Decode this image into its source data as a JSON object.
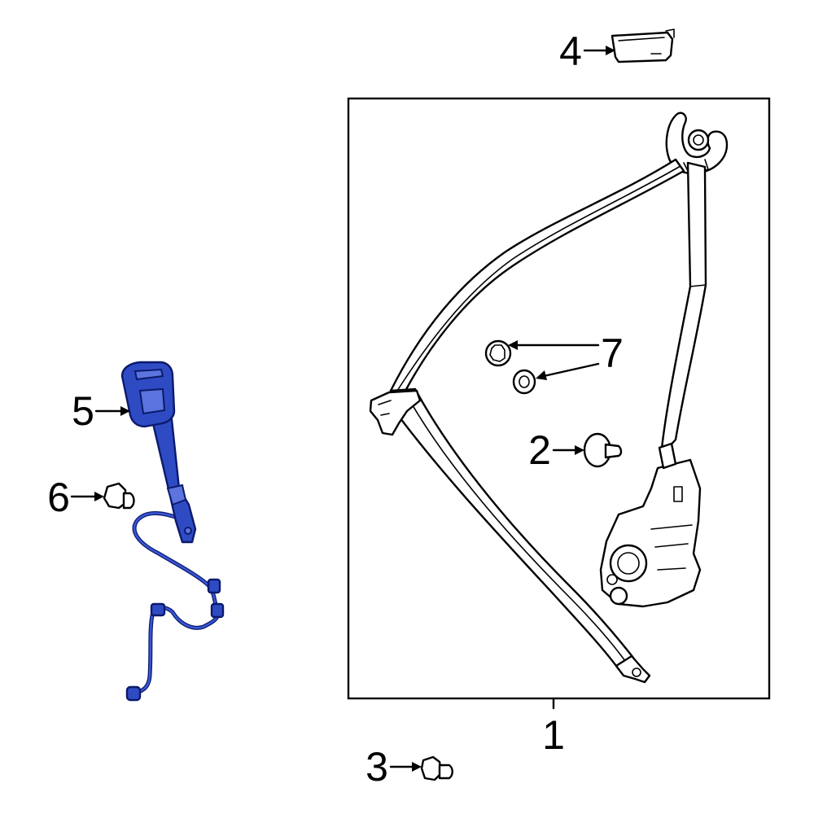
{
  "diagram": {
    "callouts": [
      {
        "id": "1",
        "label": "1"
      },
      {
        "id": "2",
        "label": "2"
      },
      {
        "id": "3",
        "label": "3"
      },
      {
        "id": "4",
        "label": "4"
      },
      {
        "id": "5",
        "label": "5"
      },
      {
        "id": "6",
        "label": "6"
      },
      {
        "id": "7",
        "label": "7"
      }
    ],
    "highlight_color": "#2f4bc4",
    "line_color": "#000000"
  }
}
